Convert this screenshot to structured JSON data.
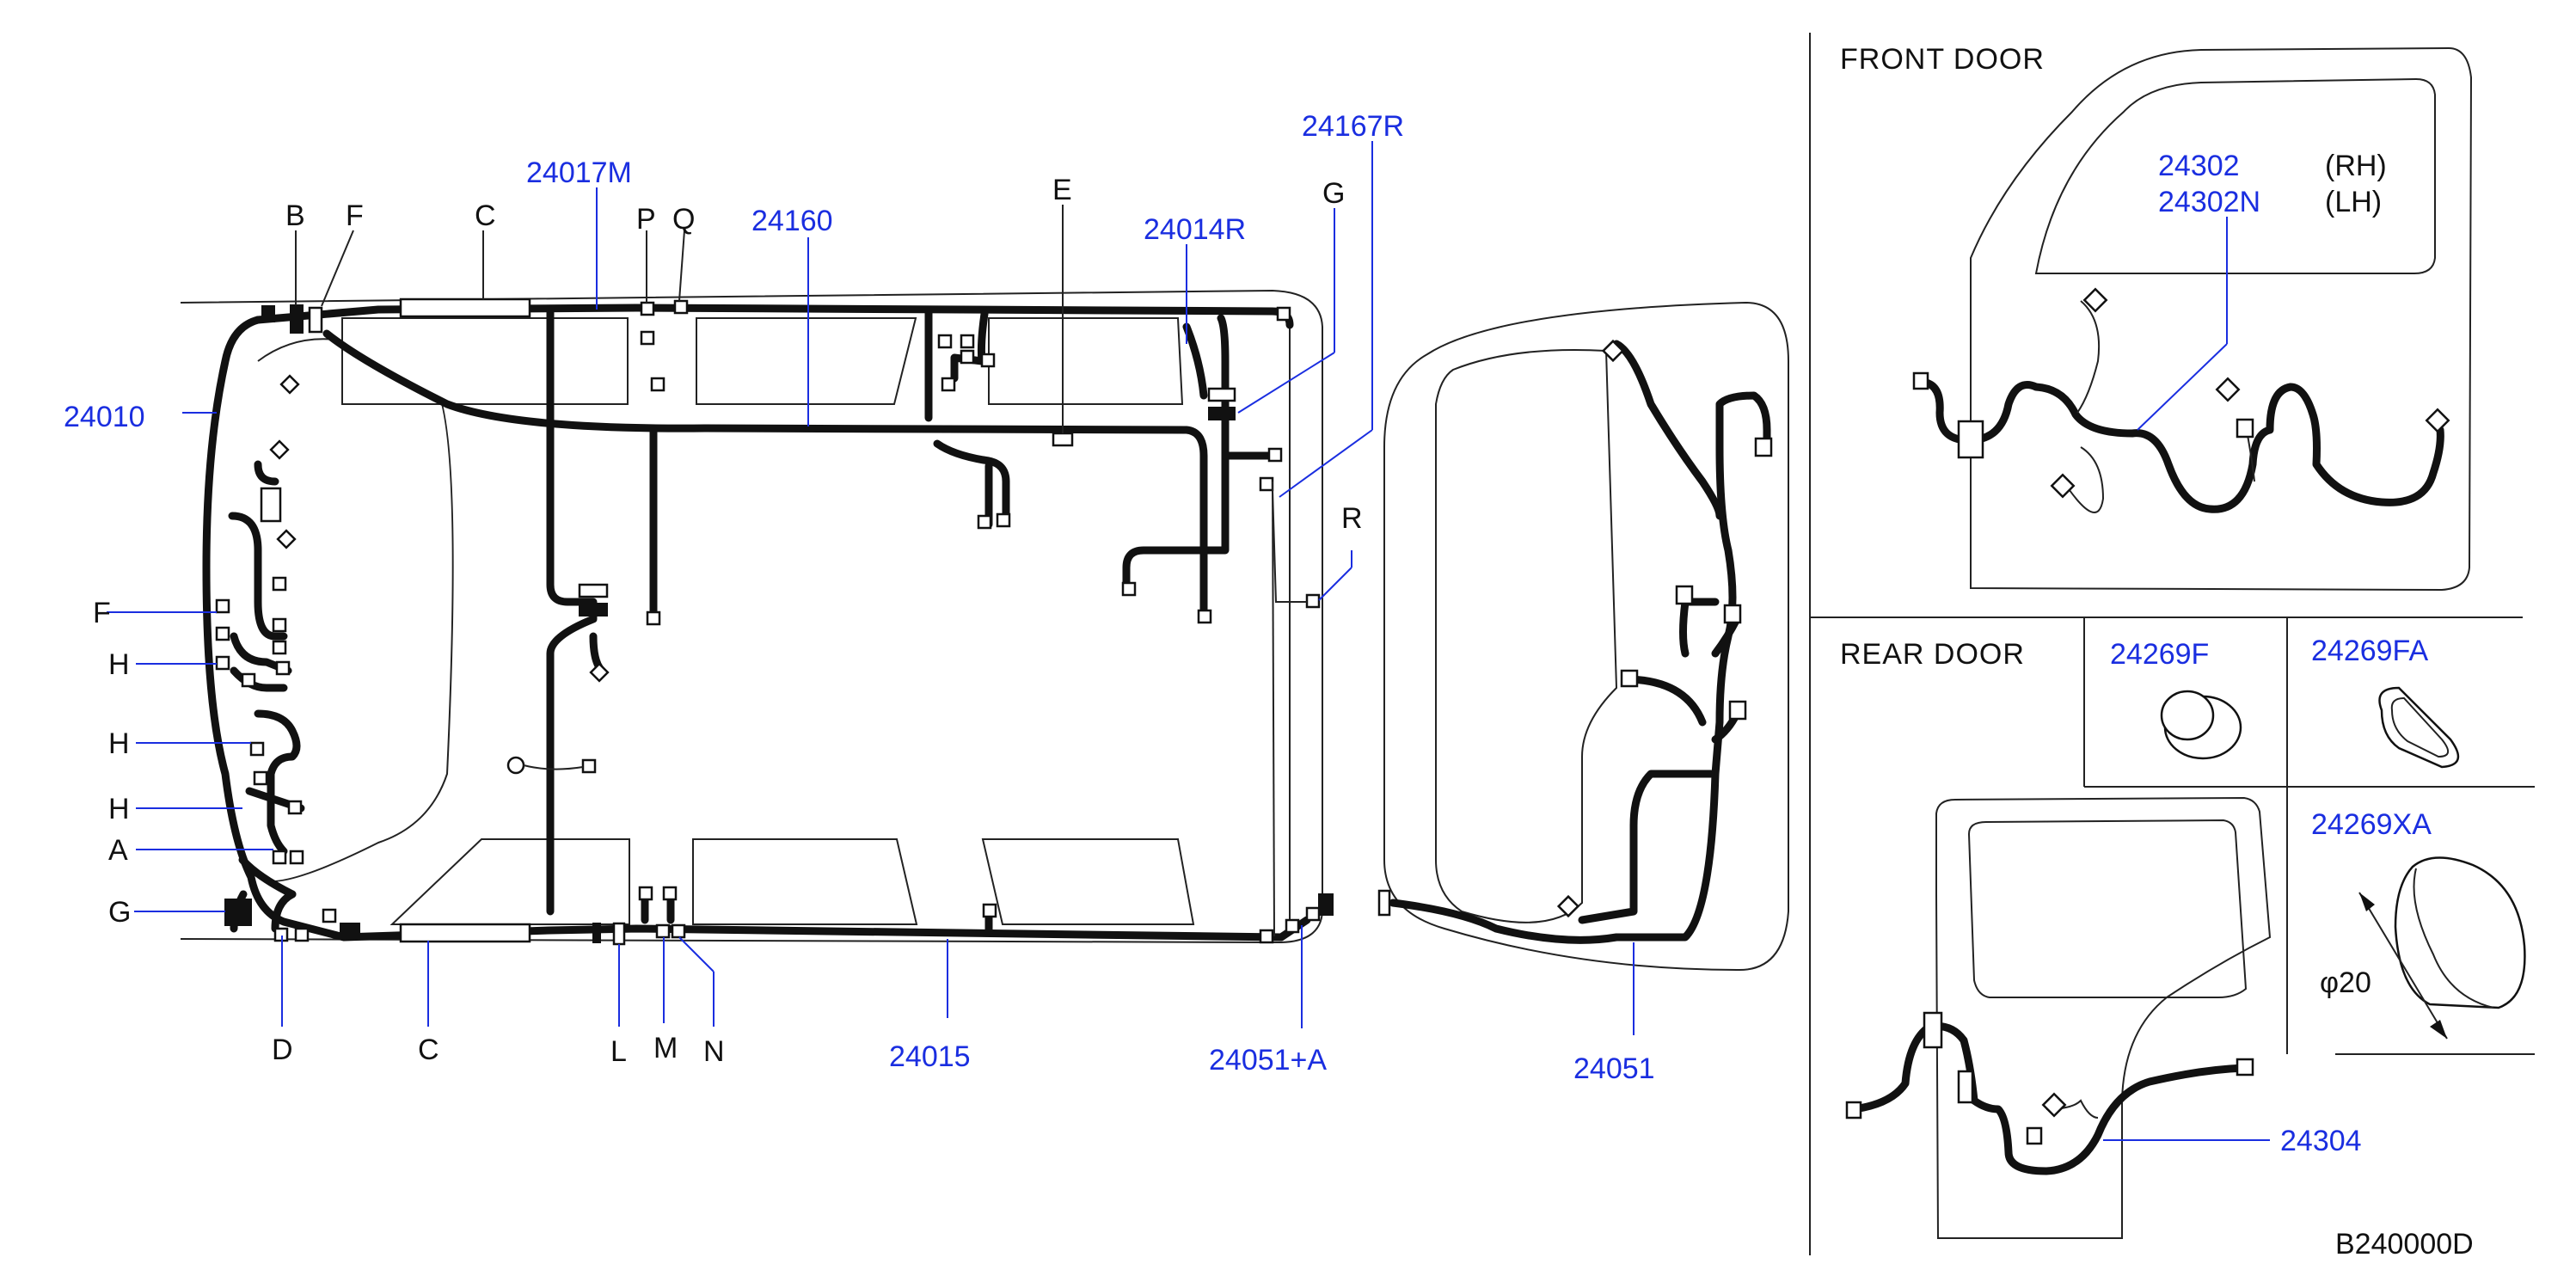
{
  "diagram_code": "B240000D",
  "sections": {
    "front_door": "FRONT DOOR",
    "rear_door": "REAR DOOR"
  },
  "part_numbers": {
    "p24017M": "24017M",
    "p24160": "24160",
    "p24014R": "24014R",
    "p24167R": "24167R",
    "p24010": "24010",
    "p24015": "24015",
    "p24051A": "24051+A",
    "p24051": "24051",
    "p24302": "24302",
    "p24302N": "24302N",
    "p24269F": "24269F",
    "p24269FA": "24269FA",
    "p24269XA": "24269XA",
    "p24304": "24304"
  },
  "side_labels": {
    "rh": "(RH)",
    "lh": "(LH)"
  },
  "dimension": "φ20",
  "letters": {
    "B": "B",
    "F_top": "F",
    "C_top": "C",
    "P": "P",
    "Q": "Q",
    "E": "E",
    "G_top": "G",
    "R": "R",
    "F_left": "F",
    "H1": "H",
    "H2": "H",
    "H3": "H",
    "A": "A",
    "G_left": "G",
    "D": "D",
    "C_bottom": "C",
    "L": "L",
    "M": "M",
    "N": "N"
  }
}
